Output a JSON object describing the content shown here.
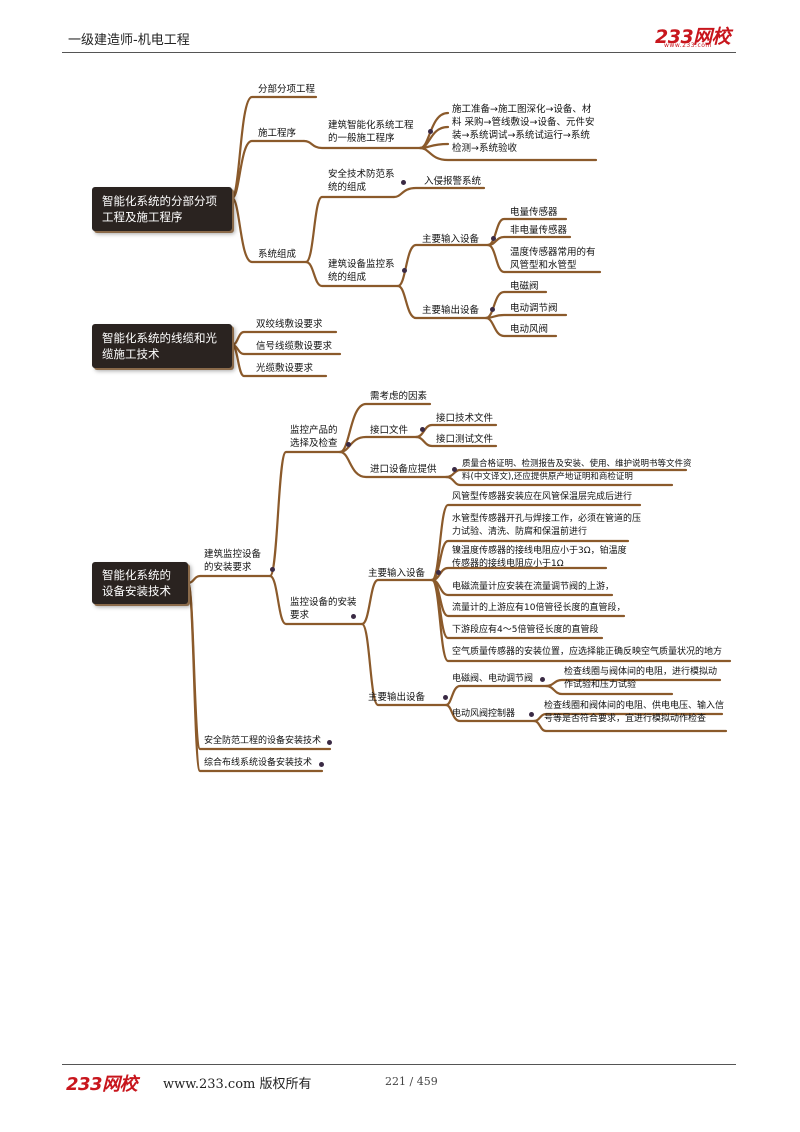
{
  "header": {
    "title": "一级建造师-机电工程",
    "logo": "233网校",
    "logo_url": "www.233.com"
  },
  "footer": {
    "logo": "233网校",
    "text": "www.233.com 版权所有",
    "page": "221 / 459"
  },
  "colors": {
    "branch": "#8b5a2b",
    "root_bg": "#2a2320",
    "brand": "#c8161d"
  },
  "section1": {
    "root": "智能化系统的分部分项工程及施工程序",
    "fenbu": "分部分项工程",
    "shigong": "施工程序",
    "zhineng": "建筑智能化系统工程的一般施工程序",
    "zhineng_detail": "施工准备→施工图深化→设备、材料 采购→管线敷设→设备、元件安装→系统调试→系统试运行→系统检测→系统验收",
    "xitong": "系统组成",
    "anquan": "安全技术防范系统的组成",
    "ruqin": "入侵报警系统",
    "jianzhu": "建筑设备监控系统的组成",
    "input": "主要输入设备",
    "input_items": [
      "电量传感器",
      "非电量传感器",
      "温度传感器常用的有风管型和水管型"
    ],
    "output": "主要输出设备",
    "output_items": [
      "电磁阀",
      "电动调节阀",
      "电动风阀"
    ]
  },
  "section2": {
    "root": "智能化系统的线缆和光缆施工技术",
    "items": [
      "双绞线敷设要求",
      "信号线缆敷设要求",
      "光缆敷设要求"
    ]
  },
  "section3": {
    "root": "智能化系统的设备安装技术",
    "jianzhu": "建筑监控设备的安装要求",
    "xuanze": "监控产品的选择及检查",
    "kaolv": "需考虑的因素",
    "jiekou": "接口文件",
    "jiekou_items": [
      "接口技术文件",
      "接口测试文件"
    ],
    "jinkou": "进口设备应提供",
    "jinkou_detail": "质量合格证明、检测报告及安装、使用、维护说明书等文件资料(中文译文),还应提供原产地证明和商检证明",
    "anzhuang": "监控设备的安装要求",
    "input": "主要输入设备",
    "input_items": [
      "风管型传感器安装应在风管保温层完成后进行",
      "水管型传感器开孔与焊接工作，必须在管道的压力试验、清洗、防腐和保温前进行",
      "镍温度传感器的接线电阻应小于3Ω，铂温度传感器的接线电阻应小于1Ω",
      "电磁流量计应安装在流量调节阀的上游，",
      "流量计的上游应有10倍管径长度的直管段，",
      "下游段应有4～5倍管径长度的直管段",
      "空气质量传感器的安装位置，应选择能正确反映空气质量状况的地方"
    ],
    "output": "主要输出设备",
    "output_a": "电磁阀、电动调节阀",
    "output_a_detail": "检查线圈与阀体间的电阻，进行模拟动作试验和压力试验",
    "output_b": "电动风阀控制器",
    "output_b_detail": "检查线圈和阀体间的电阻、供电电压、输入信号等是否符合要求，宜进行模拟动作检查",
    "anfang": "安全防范工程的设备安装技术",
    "zonghe": "综合布线系统设备安装技术"
  }
}
